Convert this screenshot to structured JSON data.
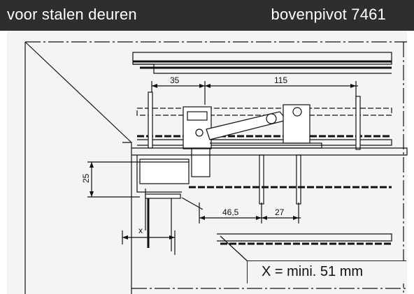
{
  "header": {
    "left_title": "voor stalen deuren",
    "right_title": "bovenpivot 7461"
  },
  "drawing": {
    "dimensions": {
      "d35": "35",
      "d115": "115",
      "d25": "25",
      "d46_5": "46,5",
      "d27": "27",
      "dx": "x"
    },
    "note": "X = mini. 51 mm"
  }
}
